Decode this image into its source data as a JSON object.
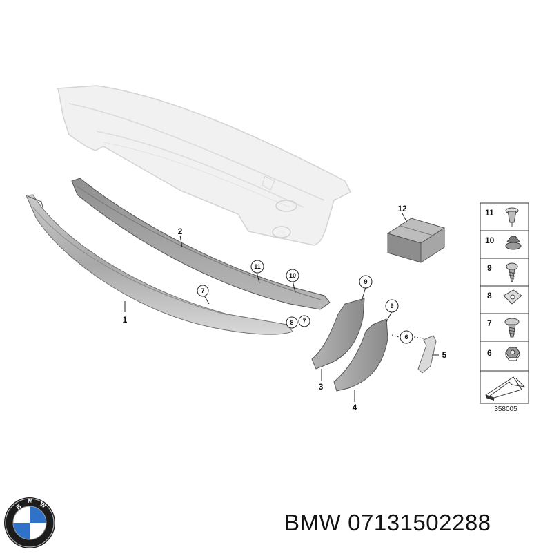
{
  "callouts": {
    "c1": "1",
    "c2": "2",
    "c3": "3",
    "c4": "4",
    "c5": "5",
    "c6": "6",
    "c7a": "7",
    "c7b": "7",
    "c8": "8",
    "c9a": "9",
    "c9b": "9",
    "c10": "10",
    "c11": "11",
    "c12": "12"
  },
  "legend": {
    "items": [
      "11",
      "10",
      "9",
      "8",
      "7",
      "6"
    ]
  },
  "diagram_code": "358005",
  "logo": {
    "text": "BMW"
  },
  "caption": {
    "brand": "BMW",
    "part_number": "07131502288"
  }
}
